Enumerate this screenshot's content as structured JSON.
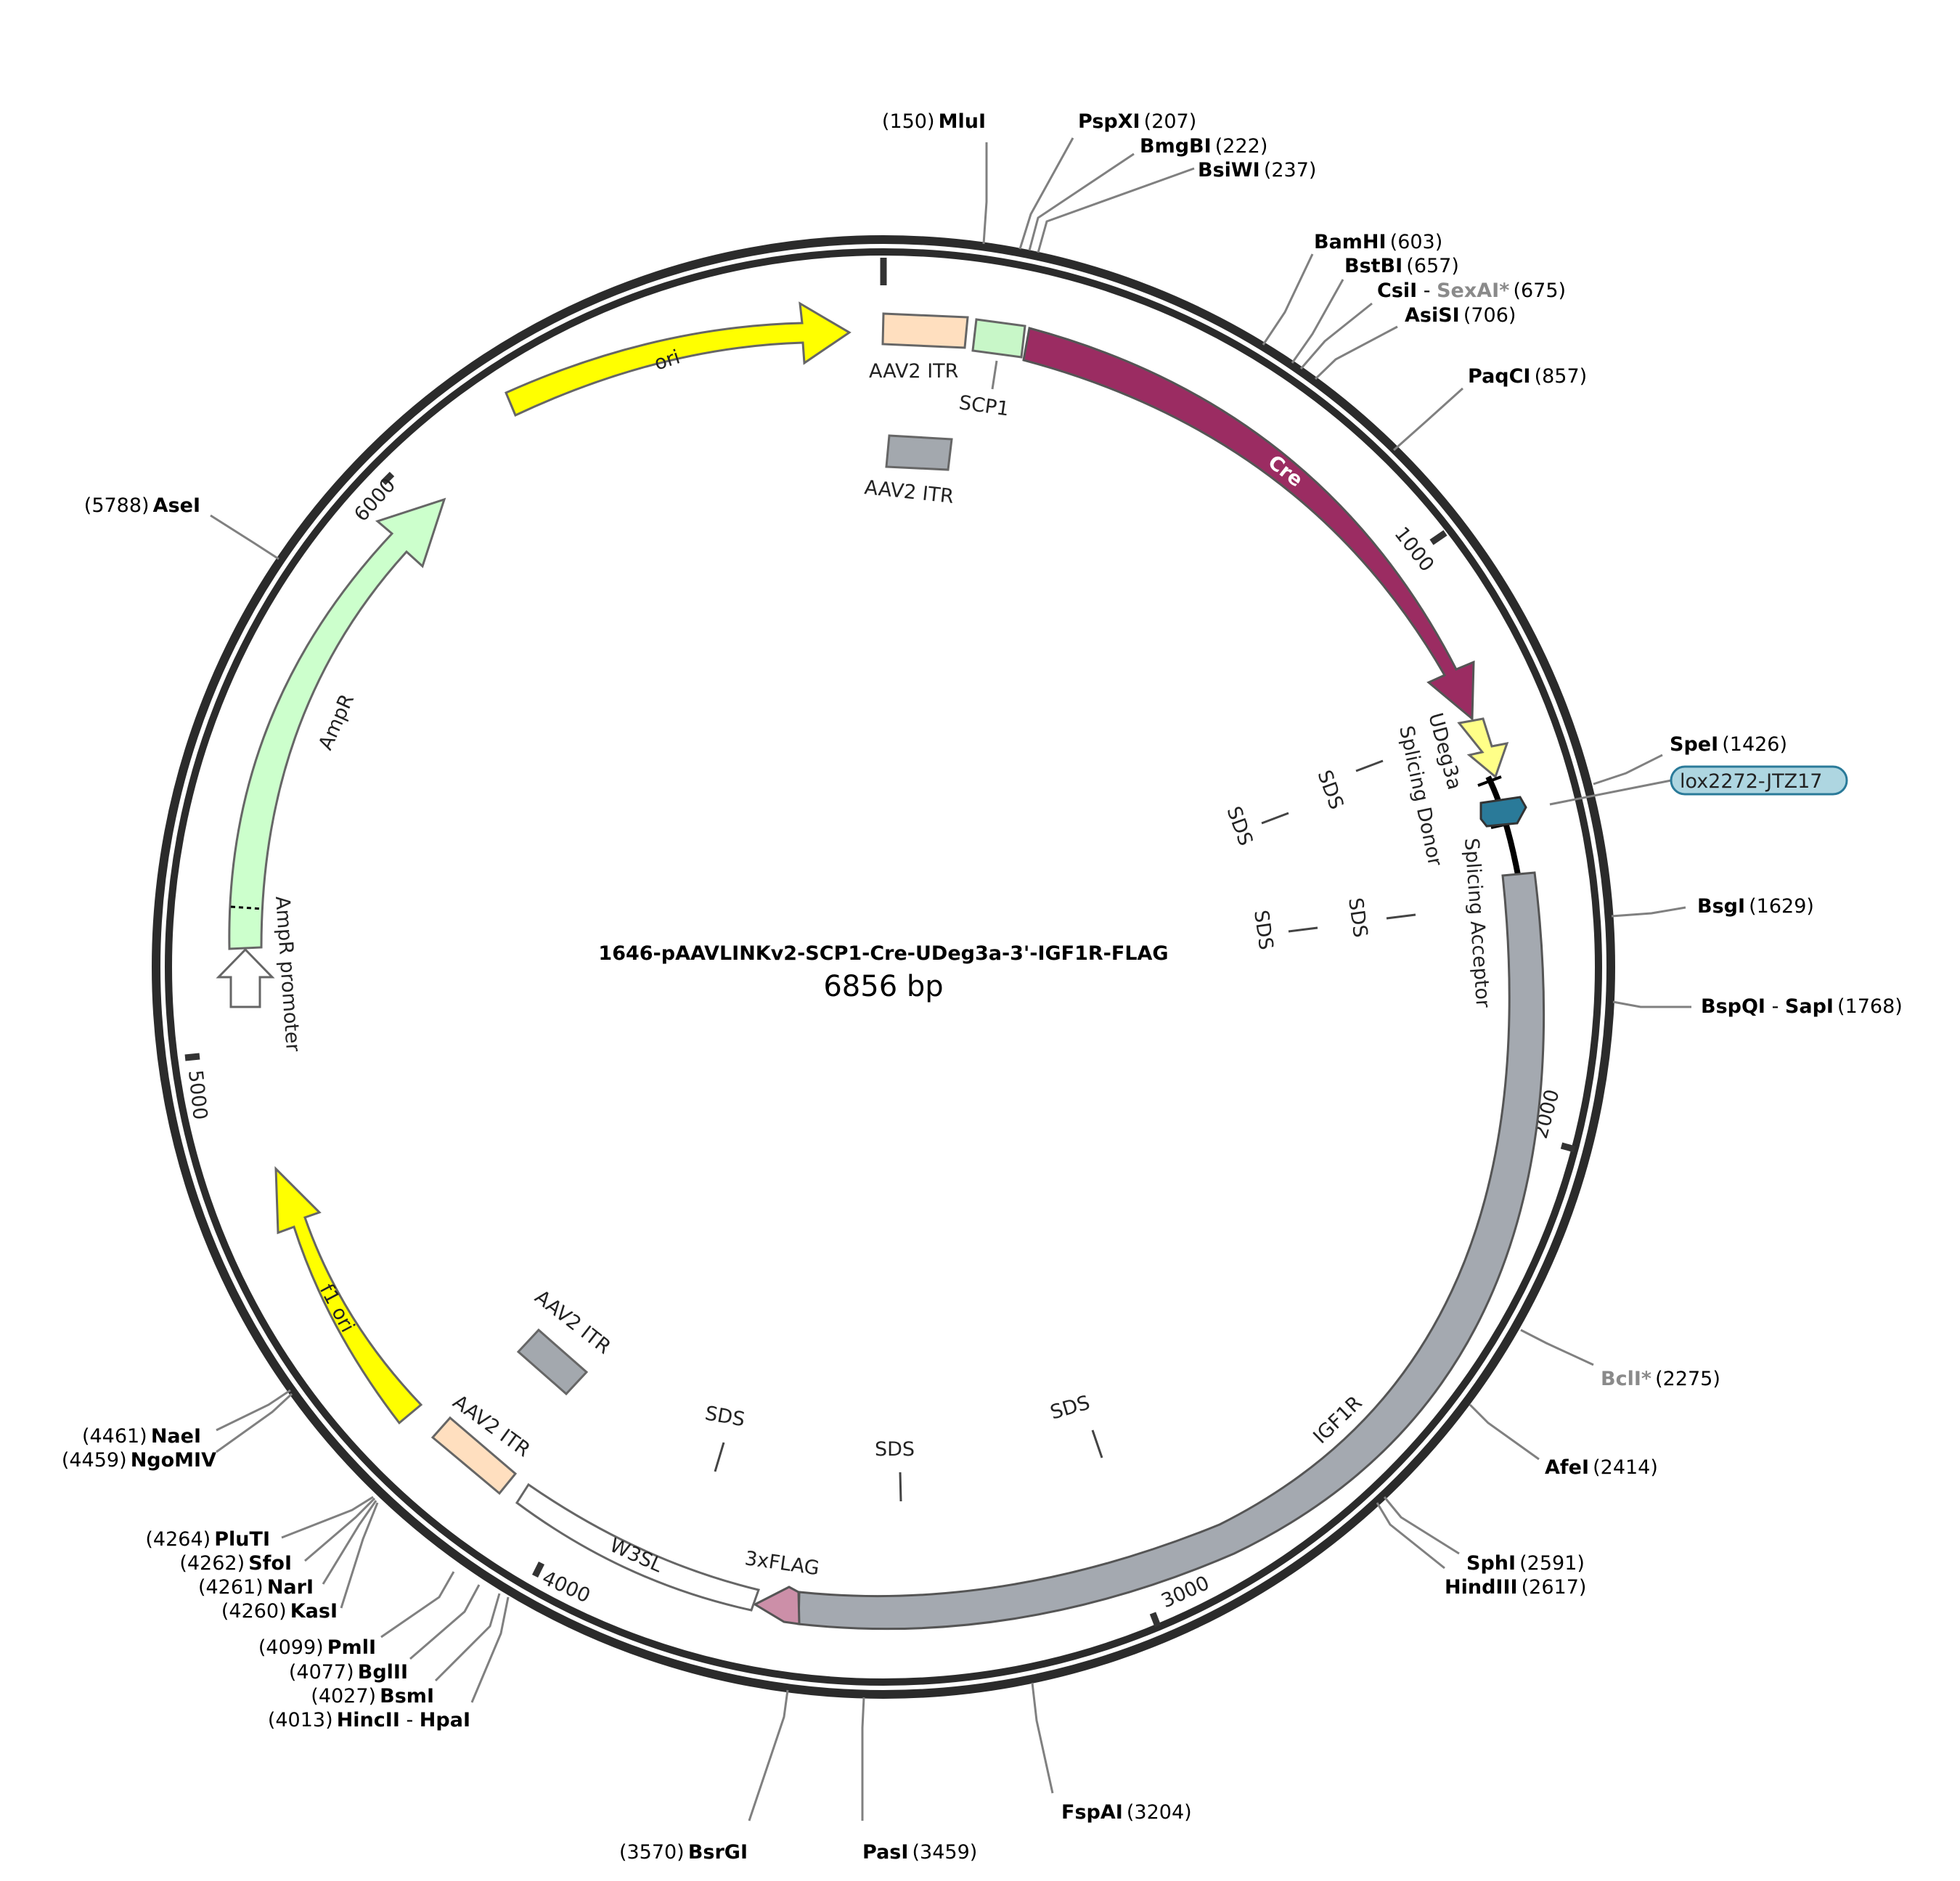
{
  "plasmid": {
    "name": "1646-pAAVLINKv2-SCP1-Cre-UDeg3a-3'-IGF1R-FLAG",
    "length_label": "6856 bp"
  },
  "ticks": [
    "1000",
    "2000",
    "3000",
    "4000",
    "5000",
    "6000"
  ],
  "sites": [
    {
      "name": "MluI",
      "pos": "(150)"
    },
    {
      "name": "PspXI",
      "pos": "(207)"
    },
    {
      "name": "BmgBI",
      "pos": "(222)"
    },
    {
      "name": "BsiWI",
      "pos": "(237)"
    },
    {
      "name": "BamHI",
      "pos": "(603)"
    },
    {
      "name": "BstBI",
      "pos": "(657)"
    },
    {
      "name": "CsiI",
      "sep": " - ",
      "name2": "SexAI*",
      "pos": "(675)"
    },
    {
      "name": "AsiSI",
      "pos": "(706)"
    },
    {
      "name": "PaqCI",
      "pos": "(857)"
    },
    {
      "name": "SpeI",
      "pos": "(1426)"
    },
    {
      "name": "BsgI",
      "pos": "(1629)"
    },
    {
      "name": "BspQI",
      "sep": " - ",
      "name2": "SapI",
      "pos": "(1768)"
    },
    {
      "name": "BclI*",
      "pos": "(2275)"
    },
    {
      "name": "AfeI",
      "pos": "(2414)"
    },
    {
      "name": "SphI",
      "pos": "(2591)"
    },
    {
      "name": "HindIII",
      "pos": "(2617)"
    },
    {
      "name": "FspAI",
      "pos": "(3204)"
    },
    {
      "name": "PasI",
      "pos": "(3459)"
    },
    {
      "name": "BsrGI",
      "pos": "(3570)"
    },
    {
      "name": "HincII",
      "sep": " - ",
      "name2": "HpaI",
      "pos": "(4013)"
    },
    {
      "name": "BsmI",
      "pos": "(4027)"
    },
    {
      "name": "BglII",
      "pos": "(4077)"
    },
    {
      "name": "PmlI",
      "pos": "(4099)"
    },
    {
      "name": "KasI",
      "pos": "(4260)"
    },
    {
      "name": "NarI",
      "pos": "(4261)"
    },
    {
      "name": "SfoI",
      "pos": "(4262)"
    },
    {
      "name": "PluTI",
      "pos": "(4264)"
    },
    {
      "name": "NgoMIV",
      "pos": "(4459)"
    },
    {
      "name": "NaeI",
      "pos": "(4461)"
    },
    {
      "name": "AseI",
      "pos": "(5788)"
    }
  ],
  "features": {
    "ori": "ori",
    "aav2_itr": "AAV2 ITR",
    "scp1": "SCP1",
    "cre": "Cre",
    "udeg3a": "UDeg3a",
    "splicing_donor": "Splicing Donor",
    "splicing_acceptor": "Splicing Acceptor",
    "lox": "lox2272-JTZ17",
    "igf1r": "IGF1R",
    "flag": "3xFLAG",
    "w3sl": "W3SL",
    "f1ori": "f1 ori",
    "ampr": "AmpR",
    "ampr_promoter": "AmpR promoter",
    "sds": "SDS"
  },
  "colors": {
    "backbone": "#2b2b2b",
    "ori": "#ffff00",
    "itr_peach": "#ffdfbf",
    "itr_gray": "#a3a8ae",
    "scp1": "#c8f7c8",
    "cre": "#9b2c62",
    "udeg3a": "#ffff88",
    "lox": "#2a7a99",
    "lox_label_bg": "#aed6e1",
    "igf1r": "#a4a9b0",
    "flag": "#cc8fa8",
    "ampr": "#ccffcc",
    "site_gray": "#8a8a8a"
  }
}
